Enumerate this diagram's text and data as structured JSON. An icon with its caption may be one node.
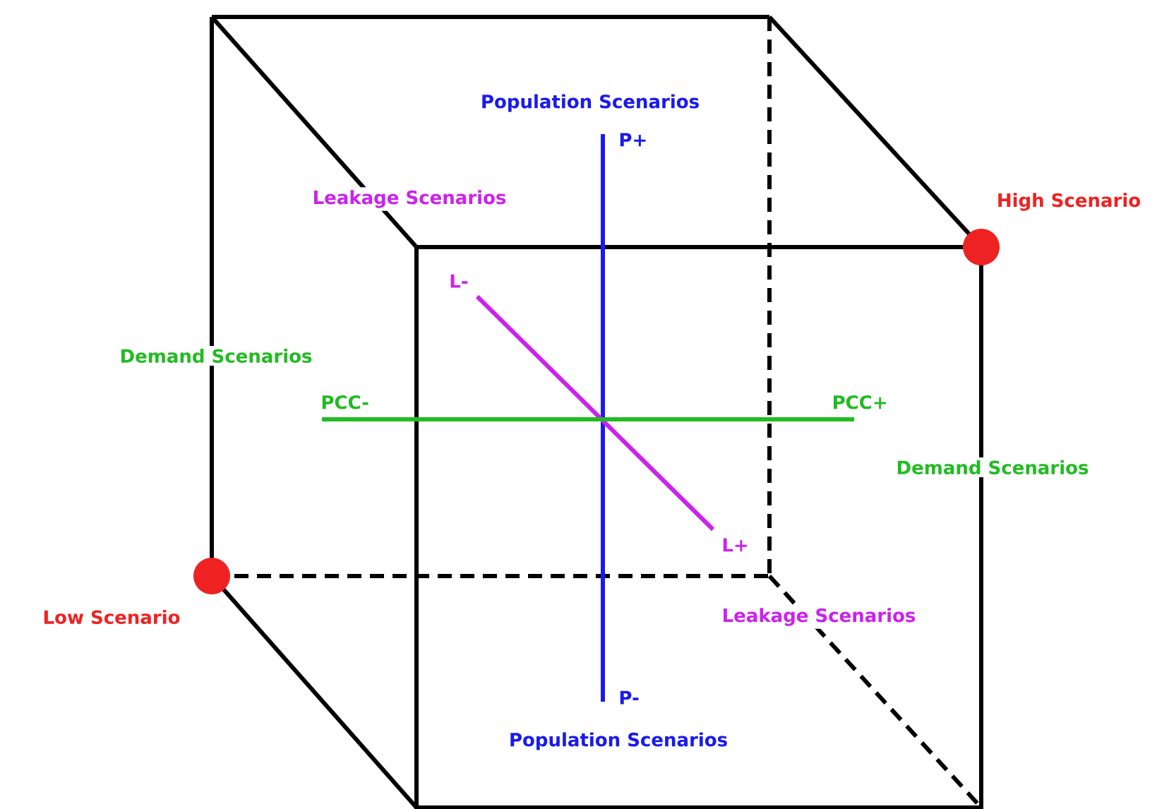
{
  "diagram": {
    "nodes": [
      {
        "text": [
          "P+"
        ]
      },
      {
        "text": [
          "P-"
        ]
      },
      {
        "text": [
          "L-"
        ]
      },
      {
        "text": [
          "L+"
        ]
      },
      {
        "text": [
          "PCC-"
        ]
      },
      {
        "text": [
          "PCC+"
        ]
      },
      {
        "text": [],
        "shape": "circle",
        "beside": [
          "High Scenario"
        ]
      },
      {
        "text": [],
        "shape": "circle",
        "beside": [
          "Low Scenario"
        ]
      }
    ],
    "edges": [
      {
        "from": 0,
        "to": 1,
        "arrow": "none",
        "color": "#1a1aee"
      },
      {
        "from": 2,
        "to": 3,
        "arrow": "none",
        "color": "#cc22ee"
      },
      {
        "from": 4,
        "to": 5,
        "arrow": "none",
        "color": "#22bb22"
      }
    ],
    "labels": [
      "Population Scenarios",
      "Leakage Scenarios",
      "Demand Scenarios",
      "Demand Scenarios",
      "Leakage Scenarios",
      "Population Scenarios"
    ]
  }
}
